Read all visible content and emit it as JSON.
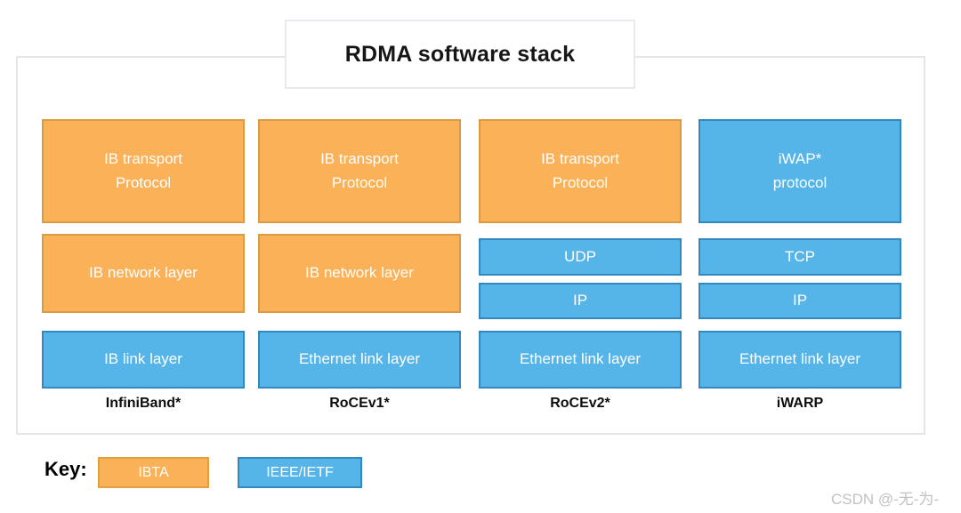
{
  "title": "RDMA software stack",
  "colors": {
    "ibta_fill": "#FBB157",
    "ibta_border": "#DB9B44",
    "ieee_fill": "#55B5E9",
    "ieee_border": "#3389BE",
    "frame_border": "#E5E5EC"
  },
  "columns": [
    {
      "name": "InfiniBand*",
      "boxes": {
        "transport": "IB transport\nProtocol",
        "network": "IB network layer",
        "link": "IB link layer"
      }
    },
    {
      "name": "RoCEv1*",
      "boxes": {
        "transport": "IB transport\nProtocol",
        "network": "IB network layer",
        "link": "Ethernet link layer"
      }
    },
    {
      "name": "RoCEv2*",
      "boxes": {
        "transport": "IB transport\nProtocol",
        "udp": "UDP",
        "ip": "IP",
        "link": "Ethernet link layer"
      }
    },
    {
      "name": "iWARP",
      "boxes": {
        "transport": "iWAP*\nprotocol",
        "tcp": "TCP",
        "ip": "IP",
        "link": "Ethernet link layer"
      }
    }
  ],
  "key": {
    "label": "Key:",
    "ibta": "IBTA",
    "ieee": "IEEE/IETF"
  },
  "watermark": "CSDN @-无-为-"
}
